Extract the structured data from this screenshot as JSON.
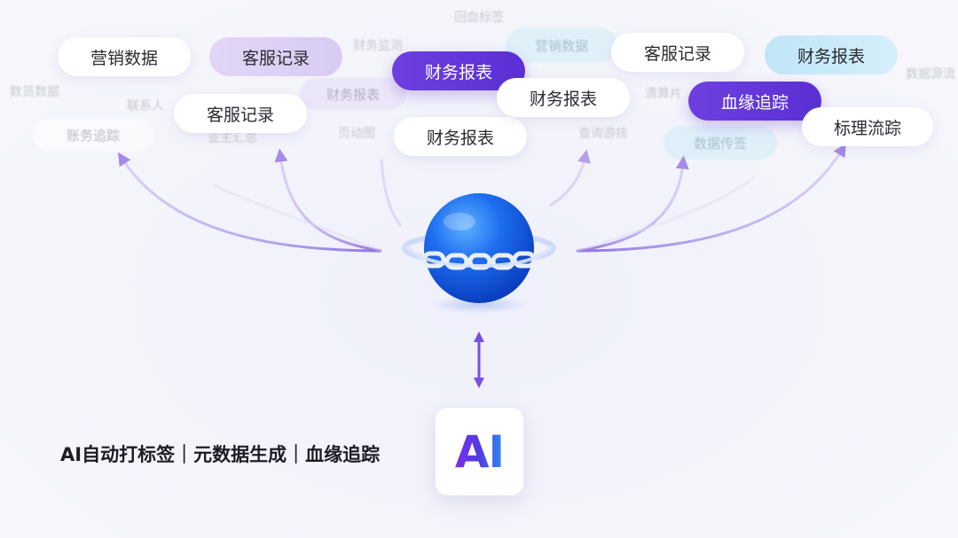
{
  "tags": {
    "ghost_top_center": "回血标签",
    "ghost_left_1": "数员数据",
    "ghost_left_2": "账务追踪",
    "ghost_left_3": "联系人",
    "ghost_left_4": "业主汇总",
    "ghost_mid_1": "财务报表",
    "ghost_mid_2": "财务监测",
    "ghost_mid_3": "页动图",
    "ghost_cyan_1": "营销数据",
    "ghost_right_1": "清算片",
    "ghost_right_2": "查询游技",
    "ghost_right_3": "数据传签",
    "ghost_far_right": "数据源流",
    "marketing_1": "营销数据",
    "service_1": "客服记录",
    "service_2": "客服记录",
    "finance_1": "财务报表",
    "finance_2": "财务报表",
    "finance_3": "财务报表",
    "service_3": "客服记录",
    "finance_4": "财务报表",
    "lineage_1": "血缘追踪",
    "trace_1": "标理流踪"
  },
  "ai": {
    "logo_text": "AI",
    "caption": "AI自动打标签｜元数据生成｜血缘追踪"
  },
  "colors": {
    "purple_accent": "#5a2fd3",
    "arrow": "#a58be6",
    "globe": "#1e6ff0"
  },
  "icons": {
    "center": "globe-with-chain-icon",
    "link": "double-arrow-icon"
  }
}
